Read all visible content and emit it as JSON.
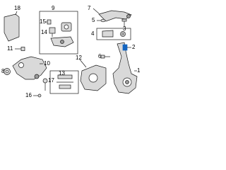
{
  "callouts": {
    "n1": "1",
    "n2": "2",
    "n3": "3",
    "n4": "4",
    "n5": "5",
    "n6": "6",
    "n7": "7",
    "n8": "8",
    "n9": "9",
    "n10": "10",
    "n11": "11",
    "n12": "12",
    "n13": "13",
    "n14": "14",
    "n15": "15",
    "n16": "16",
    "n17": "17",
    "n18": "18"
  },
  "colors": {
    "line": "#1a1a1a",
    "part_fill": "#d9d9d9",
    "part_dark": "#9a9a9a",
    "highlight": "#1565c0"
  }
}
